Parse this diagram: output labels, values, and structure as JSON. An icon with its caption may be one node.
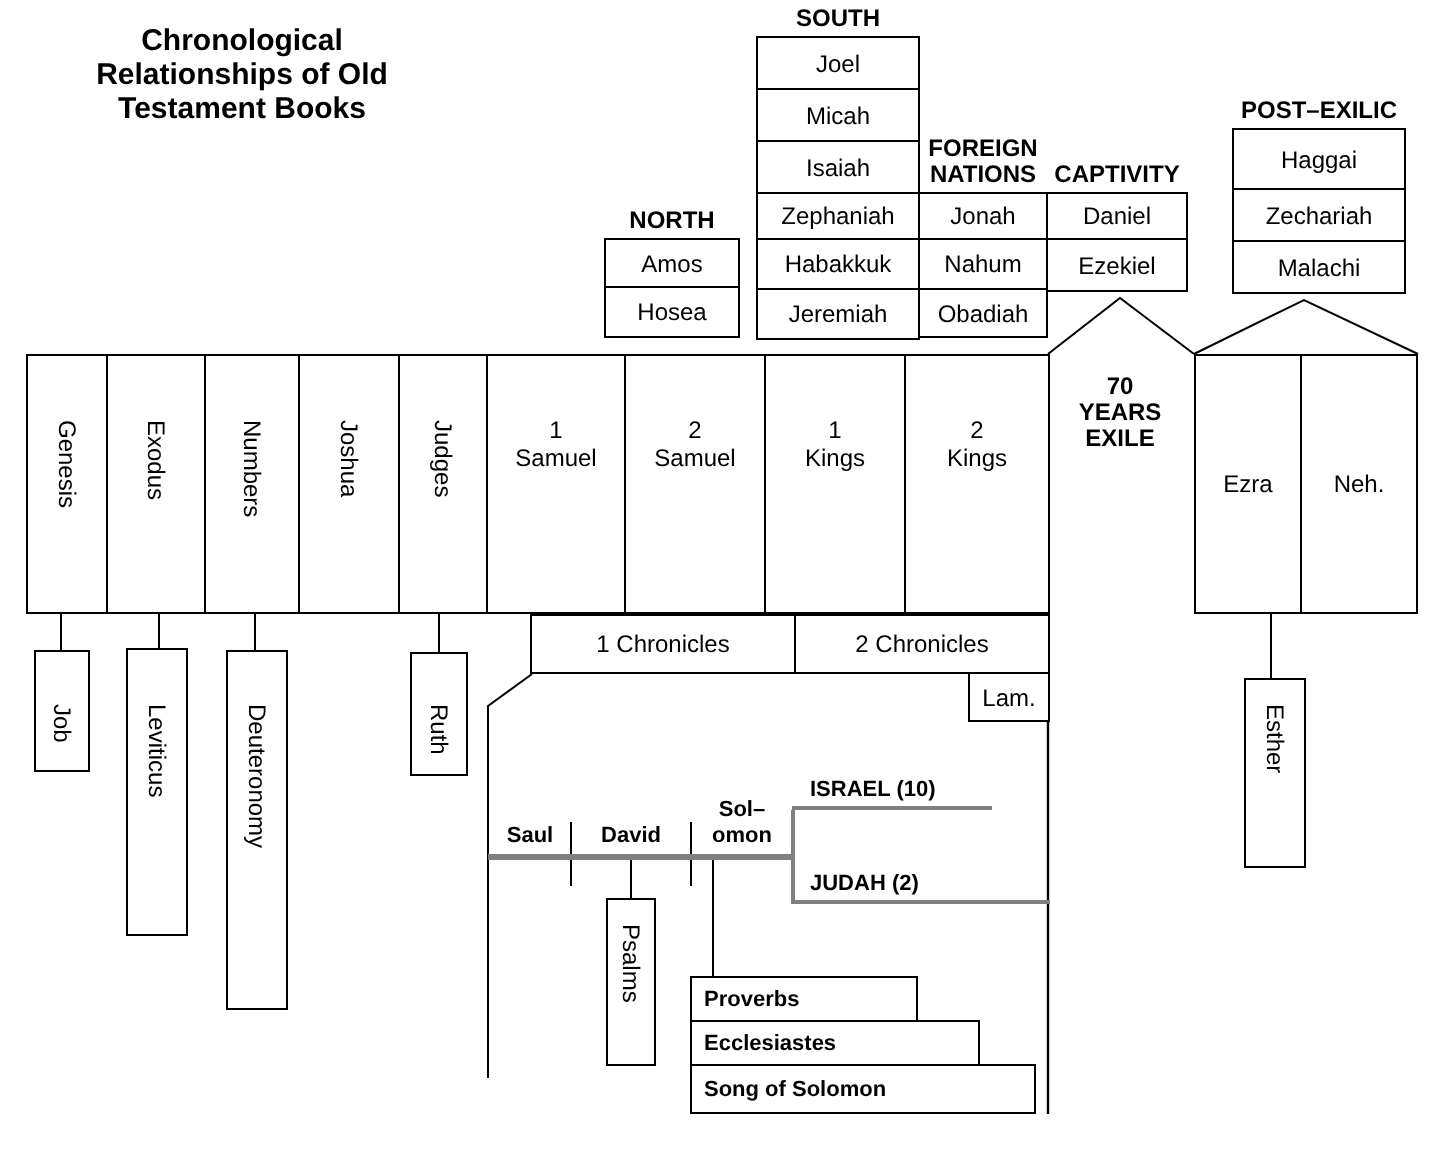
{
  "diagram": {
    "title": "Chronological Relationships of Old Testament Books",
    "nodes": [
      {
        "text": [
          "NORTH"
        ]
      },
      {
        "text": [
          "Amos"
        ],
        "in": 0
      },
      {
        "text": [
          "Hosea"
        ],
        "in": 0
      },
      {
        "text": [
          "SOUTH"
        ]
      },
      {
        "text": [
          "Joel"
        ],
        "in": 3
      },
      {
        "text": [
          "Micah"
        ],
        "in": 3
      },
      {
        "text": [
          "Isaiah"
        ],
        "in": 3
      },
      {
        "text": [
          "Zephaniah"
        ],
        "in": 3
      },
      {
        "text": [
          "Habakkuk"
        ],
        "in": 3
      },
      {
        "text": [
          "Jeremiah"
        ],
        "in": 3
      },
      {
        "text": [
          "FOREIGN NATIONS"
        ]
      },
      {
        "text": [
          "Jonah"
        ],
        "in": 10
      },
      {
        "text": [
          "Nahum"
        ],
        "in": 10
      },
      {
        "text": [
          "Obadiah"
        ],
        "in": 10
      },
      {
        "text": [
          "CAPTIVITY"
        ]
      },
      {
        "text": [
          "Daniel"
        ],
        "in": 14
      },
      {
        "text": [
          "Ezekiel"
        ],
        "in": 14
      },
      {
        "text": [
          "POST–EXILIC"
        ]
      },
      {
        "text": [
          "Haggai"
        ],
        "in": 17
      },
      {
        "text": [
          "Zechariah"
        ],
        "in": 17
      },
      {
        "text": [
          "Malachi"
        ],
        "in": 17
      },
      {
        "text": [
          "Genesis"
        ]
      },
      {
        "text": [
          "Exodus"
        ]
      },
      {
        "text": [
          "Numbers"
        ]
      },
      {
        "text": [
          "Joshua"
        ]
      },
      {
        "text": [
          "Judges"
        ]
      },
      {
        "text": [
          "1 Samuel"
        ]
      },
      {
        "text": [
          "2 Samuel"
        ]
      },
      {
        "text": [
          "1 Kings"
        ]
      },
      {
        "text": [
          "2 Kings"
        ]
      },
      {
        "text": [
          "Ezra"
        ]
      },
      {
        "text": [
          "Neh."
        ]
      },
      {
        "text": [
          "Job"
        ]
      },
      {
        "text": [
          "Leviticus"
        ]
      },
      {
        "text": [
          "Deuteronomy"
        ]
      },
      {
        "text": [
          "Ruth"
        ]
      },
      {
        "text": [
          "1 Chronicles"
        ]
      },
      {
        "text": [
          "2 Chronicles"
        ]
      },
      {
        "text": [
          "Lam."
        ]
      },
      {
        "text": [
          "Esther"
        ]
      },
      {
        "text": [
          "Saul"
        ]
      },
      {
        "text": [
          "David"
        ]
      },
      {
        "text": [
          "Sol– omon"
        ]
      },
      {
        "text": [
          "ISRAEL (10)"
        ]
      },
      {
        "text": [
          "JUDAH (2)"
        ]
      },
      {
        "text": [
          "Psalms"
        ]
      },
      {
        "text": [
          "Proverbs"
        ]
      },
      {
        "text": [
          "Ecclesiastes"
        ]
      },
      {
        "text": [
          "Song of Solomon"
        ]
      }
    ],
    "edges": [
      {
        "from": 21,
        "to": 32,
        "arrow": "none"
      },
      {
        "from": 22,
        "to": 33,
        "arrow": "none"
      },
      {
        "from": 23,
        "to": 34,
        "arrow": "none"
      },
      {
        "from": 25,
        "to": 35,
        "arrow": "none"
      },
      {
        "from": 30,
        "to": 39,
        "arrow": "none"
      },
      {
        "from": 41,
        "to": 45,
        "arrow": "none"
      },
      {
        "from": 42,
        "to": 46,
        "arrow": "none"
      },
      {
        "from": 42,
        "to": 43,
        "arrow": "none",
        "color": "#808080"
      },
      {
        "from": 42,
        "to": 44,
        "arrow": "none",
        "color": "#808080"
      }
    ],
    "labels": [
      "70 YEARS EXILE"
    ]
  }
}
